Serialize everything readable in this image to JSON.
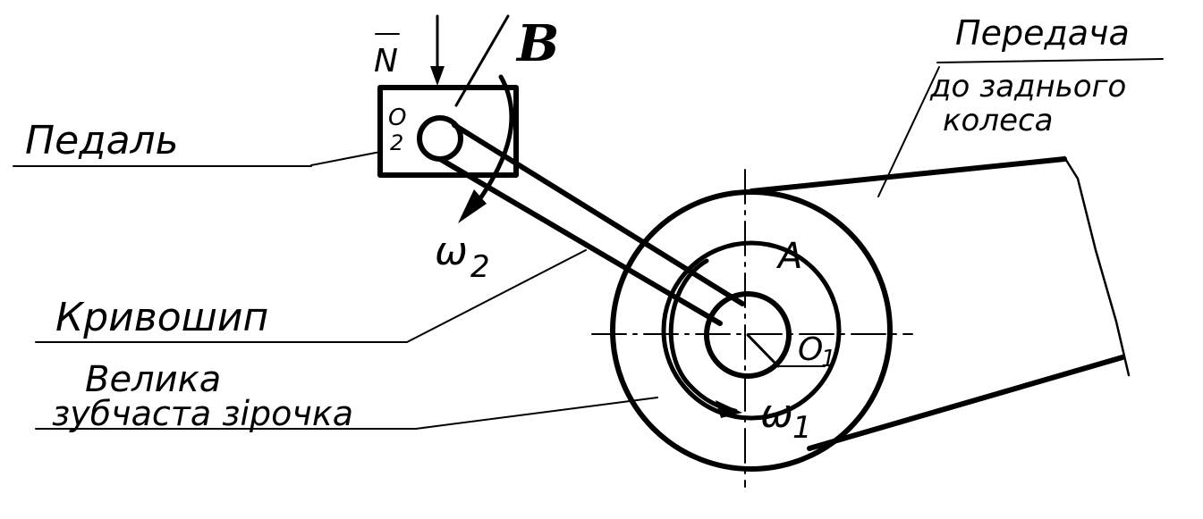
{
  "labels": {
    "force": "N",
    "point_b": "B",
    "pedal": "Педаль",
    "pedal_axis_letter": "O",
    "pedal_axis_index": "2",
    "omega2_symbol": "ω",
    "omega2_index": "2",
    "crank": "Кривошип",
    "sprocket_line1": "Велика",
    "sprocket_line2": "зубчаста зірочка",
    "point_a": "A",
    "center_letter": "O",
    "center_index": "1",
    "omega1_symbol": "ω",
    "omega1_index": "1",
    "transmission_line1": "Передача",
    "transmission_line2": "до заднього",
    "transmission_line3": "колеса"
  }
}
